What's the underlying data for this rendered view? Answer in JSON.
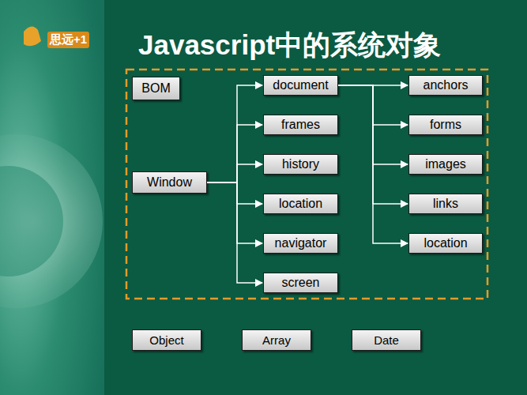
{
  "diagram": {
    "title": "Javascript中的系统对象",
    "nodes": [
      {
        "text": [
          "BOM"
        ]
      },
      {
        "text": [
          "Window"
        ]
      },
      {
        "text": [
          "document"
        ]
      },
      {
        "text": [
          "frames"
        ]
      },
      {
        "text": [
          "history"
        ]
      },
      {
        "text": [
          "location"
        ]
      },
      {
        "text": [
          "navigator"
        ]
      },
      {
        "text": [
          "screen"
        ]
      },
      {
        "text": [
          "anchors"
        ]
      },
      {
        "text": [
          "forms"
        ]
      },
      {
        "text": [
          "images"
        ]
      },
      {
        "text": [
          "links"
        ]
      },
      {
        "text": [
          "location"
        ]
      },
      {
        "text": [
          "Object"
        ]
      },
      {
        "text": [
          "Array"
        ]
      },
      {
        "text": [
          "Date"
        ]
      }
    ],
    "edges": [
      {
        "from": 1,
        "to": 2,
        "arrow": "to"
      },
      {
        "from": 1,
        "to": 3,
        "arrow": "to"
      },
      {
        "from": 1,
        "to": 4,
        "arrow": "to"
      },
      {
        "from": 1,
        "to": 5,
        "arrow": "to"
      },
      {
        "from": 1,
        "to": 6,
        "arrow": "to"
      },
      {
        "from": 1,
        "to": 7,
        "arrow": "to"
      },
      {
        "from": 2,
        "to": 8,
        "arrow": "to"
      },
      {
        "from": 2,
        "to": 9,
        "arrow": "to"
      },
      {
        "from": 2,
        "to": 10,
        "arrow": "to"
      },
      {
        "from": 2,
        "to": 11,
        "arrow": "to"
      },
      {
        "from": 2,
        "to": 12,
        "arrow": "to"
      }
    ],
    "labels": [
      "思远+1"
    ]
  }
}
